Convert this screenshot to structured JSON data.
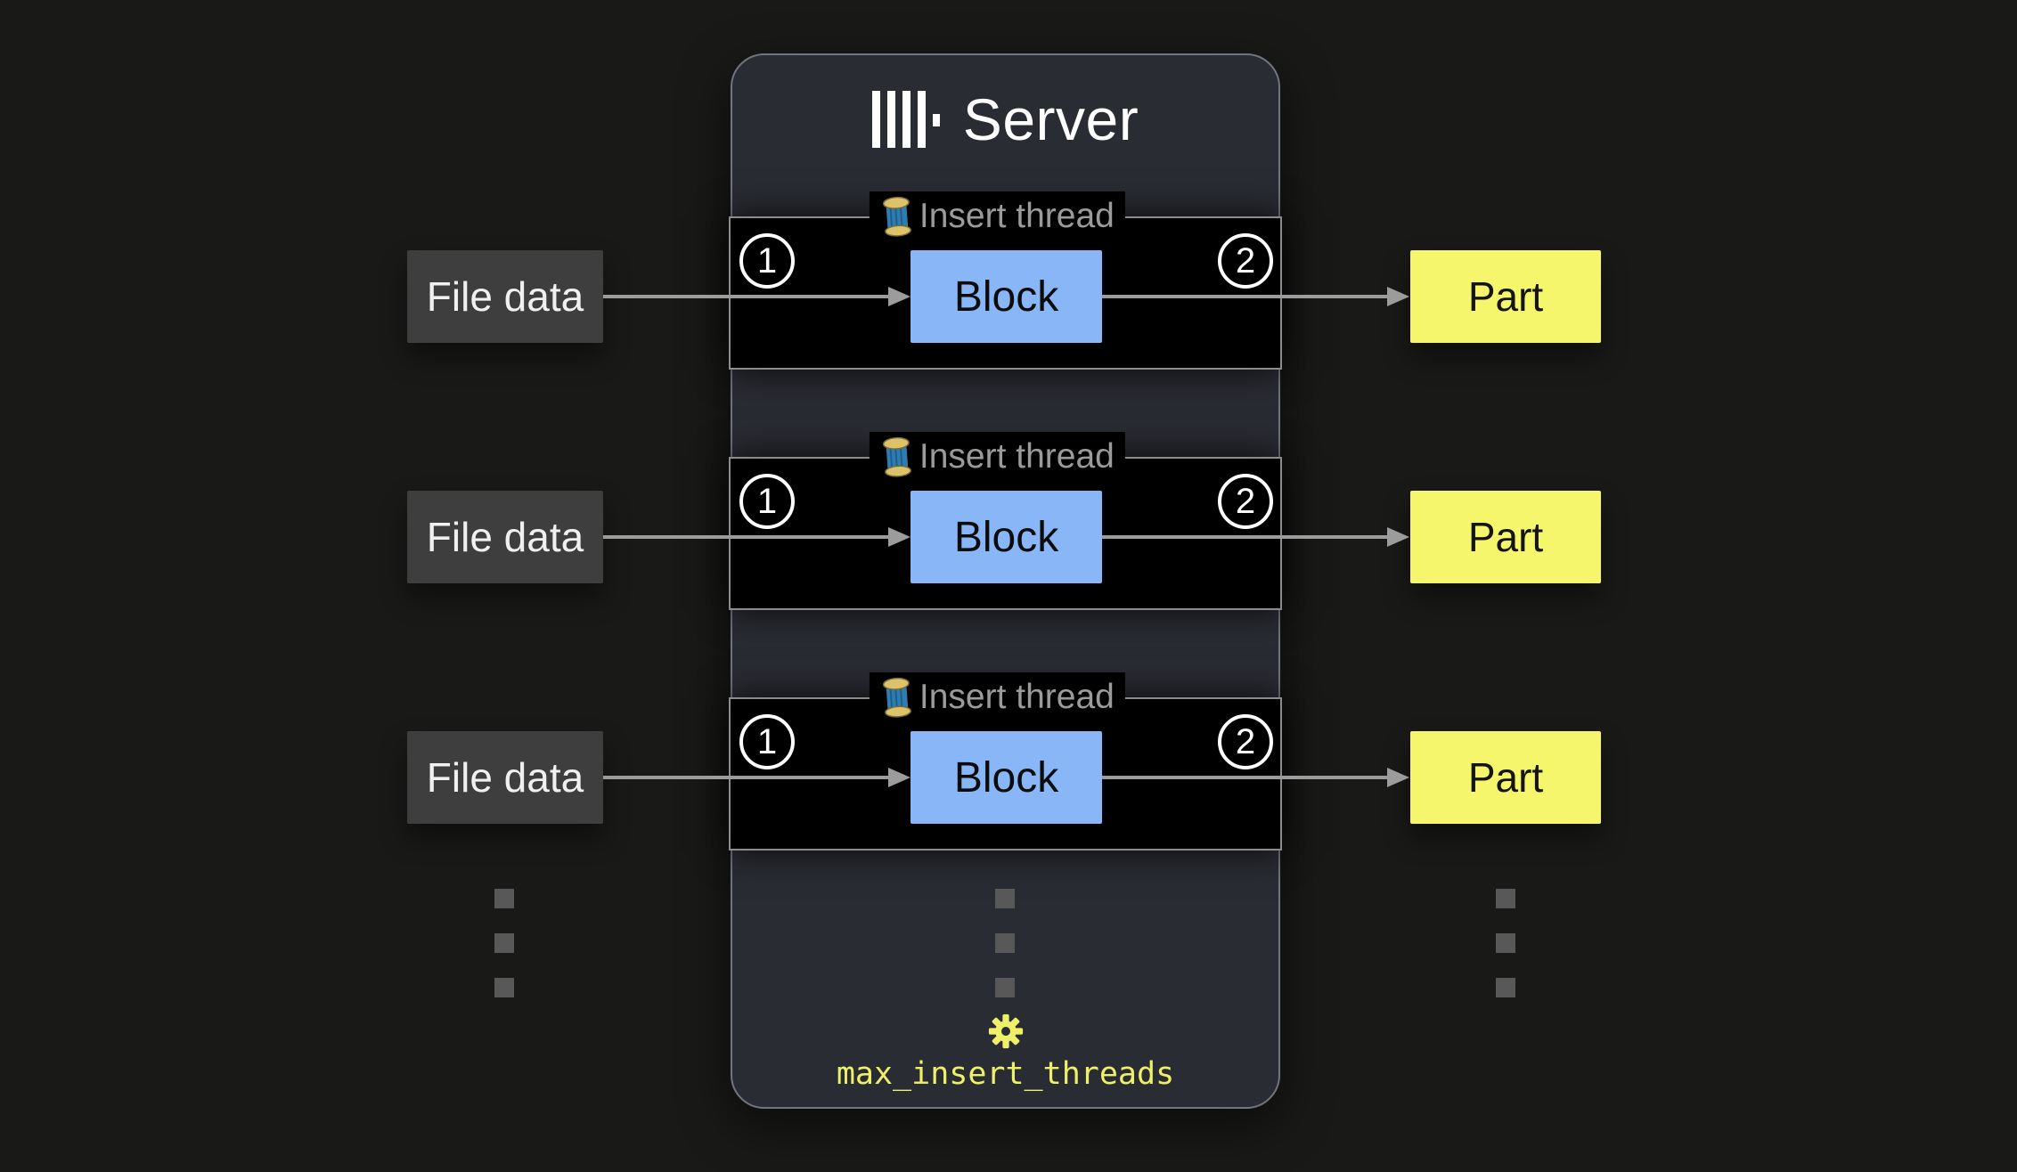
{
  "diagram": {
    "server": {
      "logo_icon": "clickhouse-logo",
      "title": "Server",
      "setting": {
        "icon": "gear",
        "name": "max_insert_threads"
      }
    },
    "rows": [
      {
        "input_label": "File data",
        "thread_icon": "thread-spool",
        "thread_label": "Insert thread",
        "step_in": "1",
        "block_label": "Block",
        "step_out": "2",
        "output_label": "Part"
      },
      {
        "input_label": "File data",
        "thread_icon": "thread-spool",
        "thread_label": "Insert thread",
        "step_in": "1",
        "block_label": "Block",
        "step_out": "2",
        "output_label": "Part"
      },
      {
        "input_label": "File data",
        "thread_icon": "thread-spool",
        "thread_label": "Insert thread",
        "step_in": "1",
        "block_label": "Block",
        "step_out": "2",
        "output_label": "Part"
      }
    ],
    "continuation": {
      "columns": 3,
      "dots_per_column": 3
    },
    "colors": {
      "background": "#191918",
      "server_panel": "#2a2c33",
      "panel_border": "#71757d",
      "thread_box": "#000000",
      "thread_box_border": "#8c8c8c",
      "block_fill": "#88b6f7",
      "file_data_fill": "#3e3e3e",
      "part_fill": "#f6f66d",
      "arrow": "#9c9c9c",
      "legend_text": "#9b9b9b",
      "accent_yellow": "#eff06a",
      "dot": "#585858",
      "title_text": "#ffffff"
    }
  }
}
